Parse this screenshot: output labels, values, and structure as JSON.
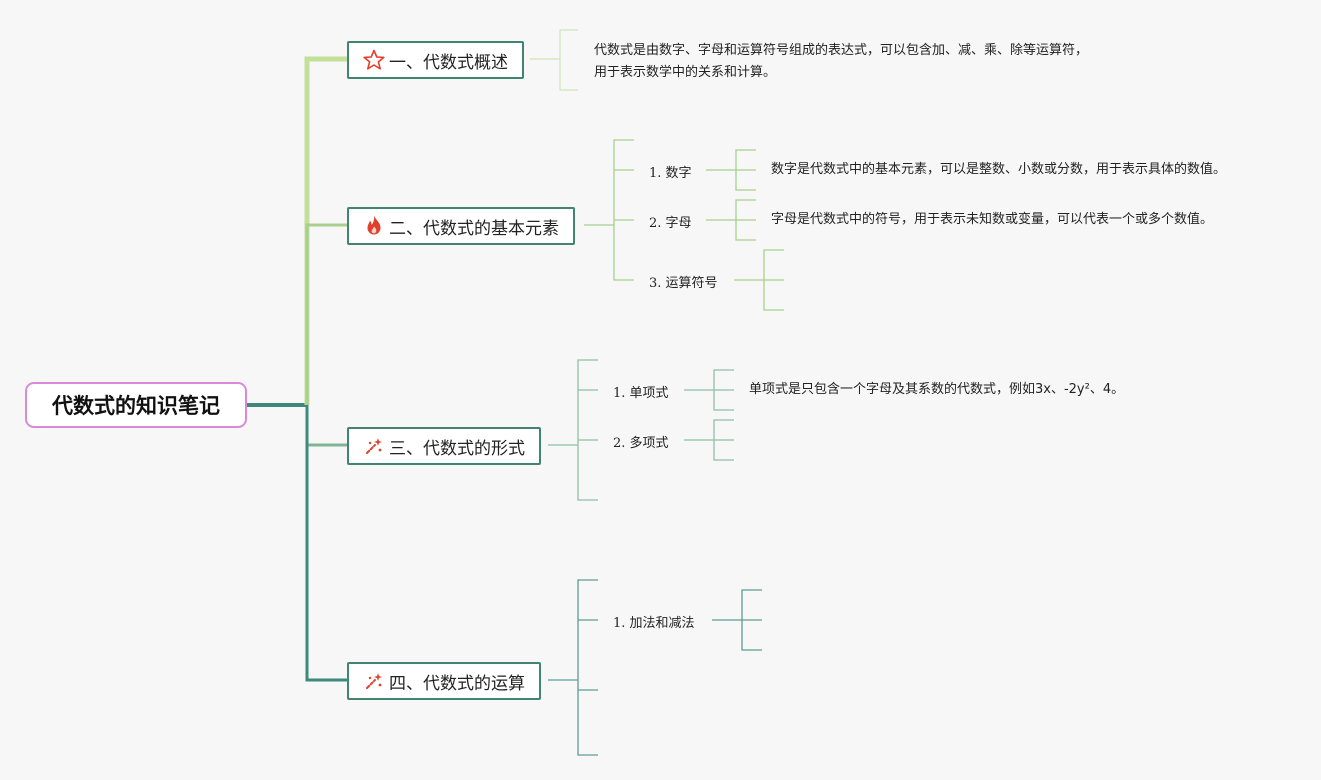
{
  "root": {
    "label": "代数式的知识笔记"
  },
  "branches": [
    {
      "label": "一、代数式概述",
      "icon": "star-outline-icon",
      "note": "代数式是由数字、字母和运算符号组成的表达式，可以包含加、减、乘、除等运算符，用于表示数学中的关系和计算。"
    },
    {
      "label": "二、代数式的基本元素",
      "icon": "fire-icon",
      "children": [
        {
          "label": "1. 数字",
          "note": "数字是代数式中的基本元素，可以是整数、小数或分数，用于表示具体的数值。"
        },
        {
          "label": "2. 字母",
          "note": "字母是代数式中的符号，用于表示未知数或变量，可以代表一个或多个数值。"
        },
        {
          "label": "3. 运算符号",
          "note": ""
        }
      ]
    },
    {
      "label": "三、代数式的形式",
      "icon": "sparkle-wand-icon",
      "children": [
        {
          "label": "1. 单项式",
          "note": "单项式是只包含一个字母及其系数的代数式，例如3x、-2y²、4。"
        },
        {
          "label": "2. 多项式",
          "note": ""
        }
      ]
    },
    {
      "label": "四、代数式的运算",
      "icon": "sparkle-wand-icon",
      "children": [
        {
          "label": "1. 加法和减法",
          "note": ""
        }
      ]
    }
  ],
  "colors": {
    "root_border": "#d98ad6",
    "branch_border": "#3f8572",
    "branch1_line": "#c3df98",
    "branch2_line": "#a9cf8c",
    "branch3_line": "#7fb596",
    "branch4_line": "#3d8a7d",
    "icon_red": "#e0402c"
  }
}
